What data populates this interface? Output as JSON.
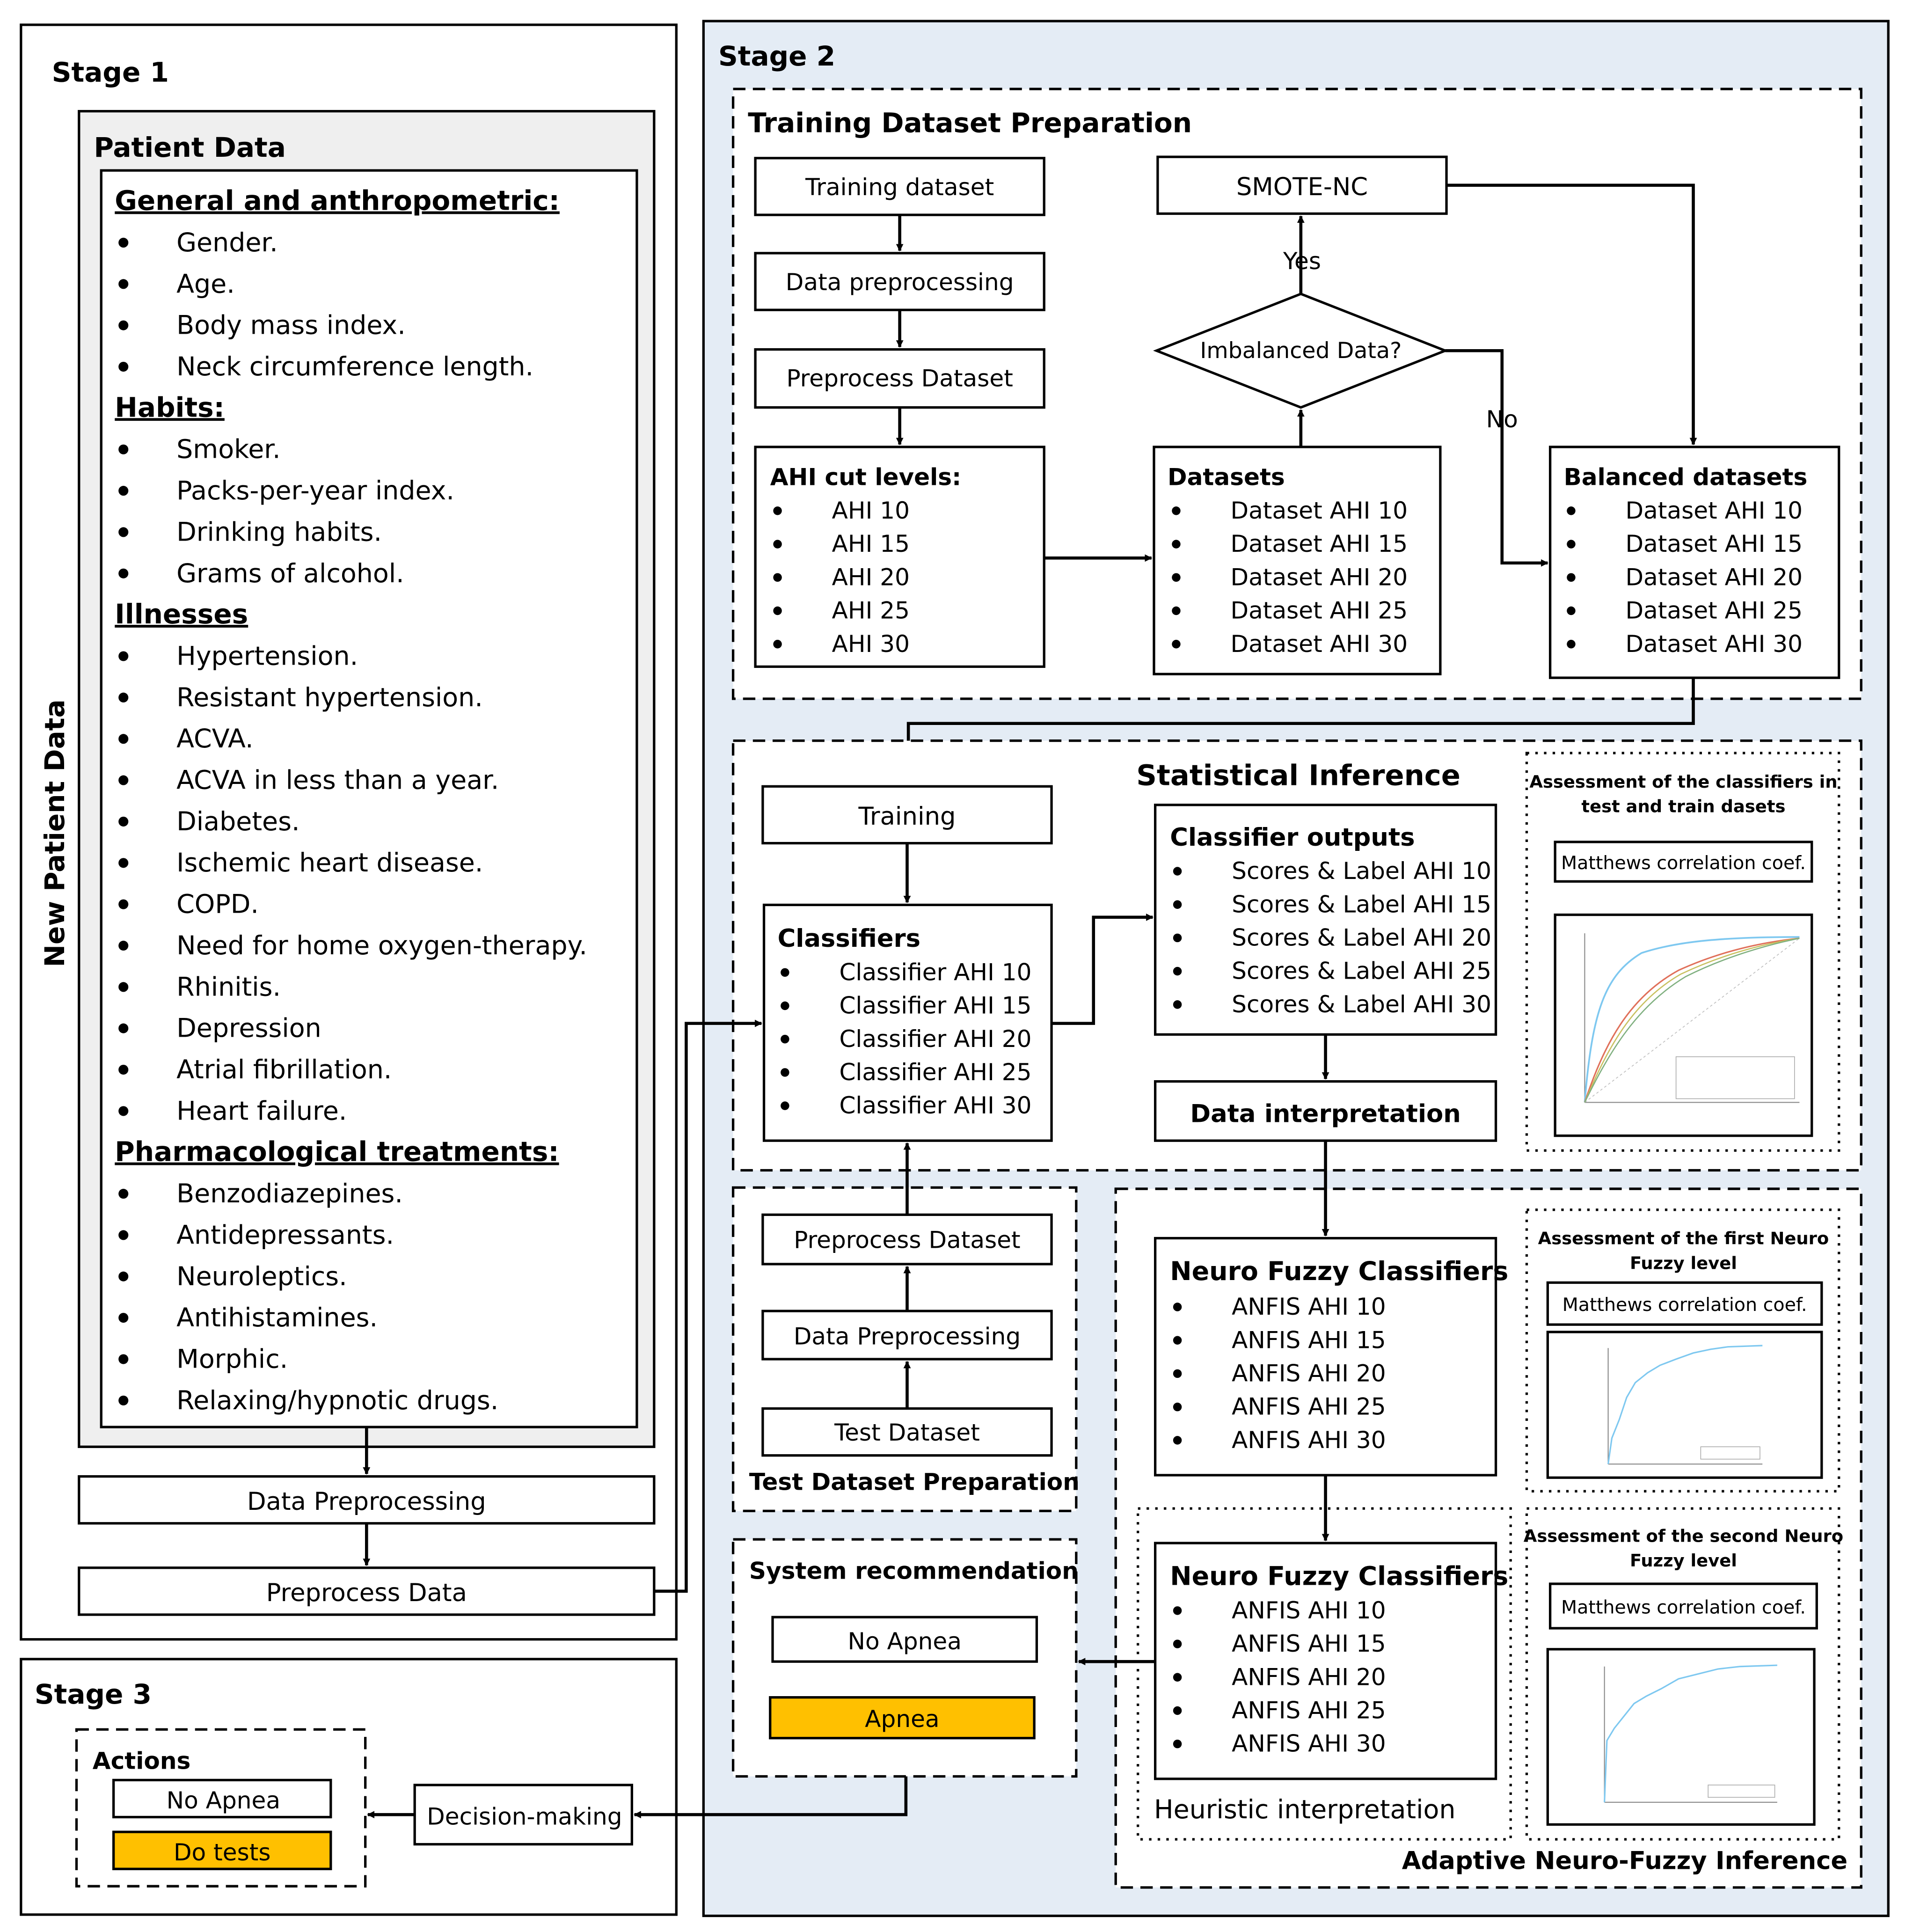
{
  "colors": {
    "stage2_bg": "#e4ecf5",
    "panel_gray": "#efefef",
    "apnea_fill": "#ffc000",
    "stroke": "#000000"
  },
  "stage1": {
    "title": "Stage 1",
    "side_label": "New Patient Data",
    "patient_data_title": "Patient Data",
    "sections": [
      {
        "heading": "General and anthropometric:",
        "items": [
          "Gender.",
          "Age.",
          "Body mass index.",
          "Neck circumference length."
        ]
      },
      {
        "heading": "Habits:",
        "items": [
          "Smoker.",
          "Packs-per-year index.",
          "Drinking habits.",
          "Grams of alcohol."
        ]
      },
      {
        "heading": "Illnesses",
        "items": [
          "Hypertension.",
          "Resistant hypertension.",
          "ACVA.",
          "ACVA in less than a year.",
          "Diabetes.",
          "Ischemic heart disease.",
          "COPD.",
          "Need for home oxygen-therapy.",
          "Rhinitis.",
          "Depression",
          "Atrial fibrillation.",
          "Heart failure."
        ]
      },
      {
        "heading": "Pharmacological treatments:",
        "items": [
          "Benzodiazepines.",
          "Antidepressants.",
          "Neuroleptics.",
          "Antihistamines.",
          "Morphic.",
          "Relaxing/hypnotic drugs."
        ]
      }
    ],
    "data_preprocessing": "Data Preprocessing",
    "preprocess_data": "Preprocess Data"
  },
  "stage2": {
    "title": "Stage 2",
    "training_prep": {
      "title": "Training Dataset Preparation",
      "training_dataset": "Training dataset",
      "data_preprocessing": "Data preprocessing",
      "preprocess_dataset": "Preprocess Dataset",
      "ahi_title": "AHI cut levels:",
      "ahi_items": [
        "AHI 10",
        "AHI 15",
        "AHI 20",
        "AHI 25",
        "AHI 30"
      ],
      "datasets_title": "Datasets",
      "dataset_items": [
        "Dataset AHI 10",
        "Dataset AHI 15",
        "Dataset AHI 20",
        "Dataset AHI 25",
        "Dataset AHI 30"
      ],
      "smote": "SMOTE-NC",
      "decision": "Imbalanced Data?",
      "yes": "Yes",
      "no": "No",
      "balanced_title": "Balanced datasets",
      "balanced_items": [
        "Dataset AHI 10",
        "Dataset AHI 15",
        "Dataset AHI 20",
        "Dataset AHI 25",
        "Dataset AHI 30"
      ]
    },
    "statistical": {
      "title": "Statistical Inference",
      "training": "Training",
      "classifiers_title": "Classifiers",
      "classifier_items": [
        "Classifier AHI 10",
        "Classifier AHI 15",
        "Classifier AHI 20",
        "Classifier AHI 25",
        "Classifier AHI 30"
      ],
      "outputs_title": "Classifier outputs",
      "output_items": [
        "Scores & Label AHI 10",
        "Scores & Label AHI 15",
        "Scores & Label AHI 20",
        "Scores & Label AHI 25",
        "Scores & Label AHI 30"
      ],
      "interpretation": "Data interpretation",
      "assessment_title_1": "Assessment of the classifiers in",
      "assessment_title_2": "test and train dasets",
      "mcc": "Matthews correlation coef."
    },
    "test_prep": {
      "title": "Test Dataset Preparation",
      "preprocess_dataset": "Preprocess Dataset",
      "data_preprocessing": "Data Preprocessing",
      "test_dataset": "Test Dataset"
    },
    "recommendation": {
      "title": "System recommendation",
      "no_apnea": "No Apnea",
      "apnea": "Apnea"
    },
    "anfis": {
      "title": "Adaptive Neuro-Fuzzy Inference",
      "nf1_title": "Neuro Fuzzy Classifiers",
      "nf1_items": [
        "ANFIS AHI 10",
        "ANFIS AHI 15",
        "ANFIS AHI 20",
        "ANFIS AHI 25",
        "ANFIS AHI 30"
      ],
      "nf2_title": "Neuro Fuzzy Classifiers",
      "nf2_items": [
        "ANFIS AHI 10",
        "ANFIS AHI 15",
        "ANFIS AHI 20",
        "ANFIS AHI 25",
        "ANFIS AHI 30"
      ],
      "heuristic": "Heuristic interpretation",
      "assess1_line1": "Assessment of the first Neuro",
      "assess1_line2": "Fuzzy level",
      "assess2_line1": "Assessment of the second Neuro",
      "assess2_line2": "Fuzzy level",
      "mcc1": "Matthews correlation coef.",
      "mcc2": "Matthews correlation coef."
    }
  },
  "stage3": {
    "title": "Stage 3",
    "actions_title": "Actions",
    "no_apnea": "No Apnea",
    "do_tests": "Do tests",
    "decision_making": "Decision-making"
  }
}
